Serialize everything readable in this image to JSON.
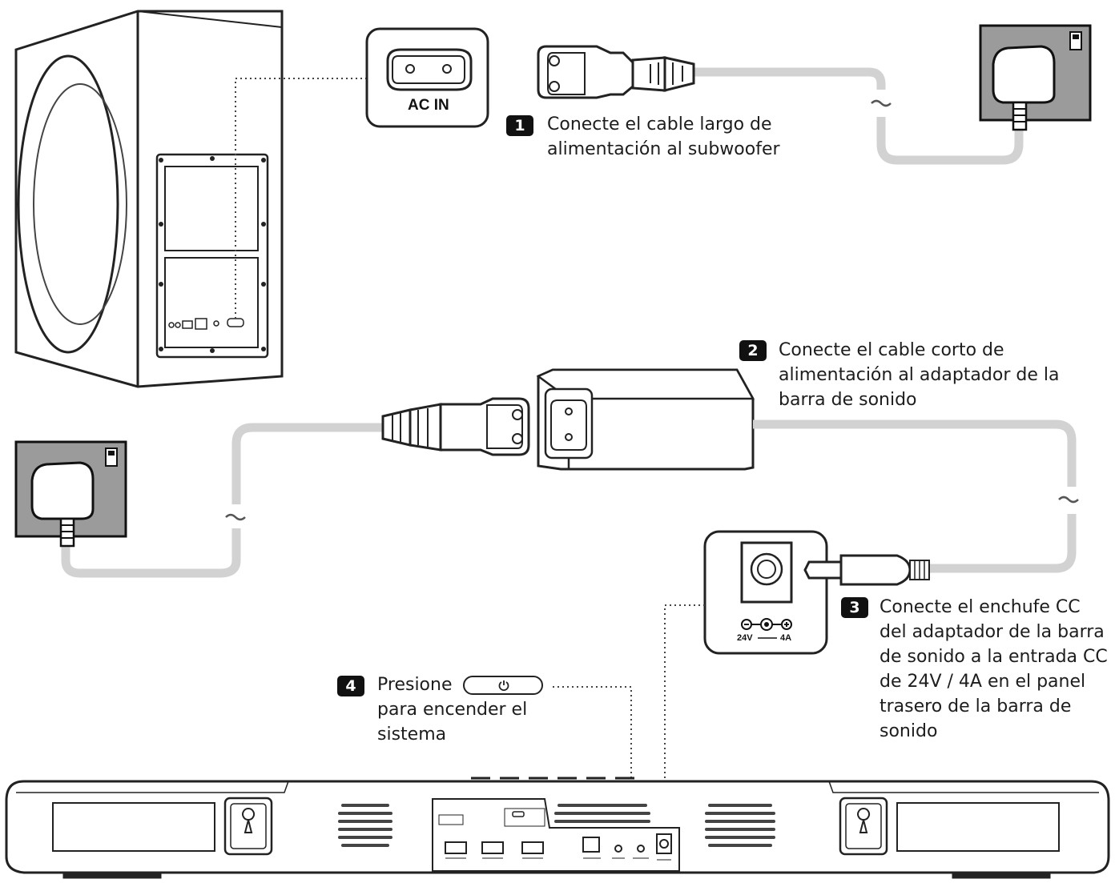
{
  "connector_label": "AC IN",
  "polarity": {
    "voltage": "24V",
    "current": "4A"
  },
  "steps": [
    {
      "number": "1",
      "text": "Conecte el cable largo de alimentación al subwoofer",
      "lines": [
        "Conecte el cable largo de",
        "alimentación al subwoofer"
      ]
    },
    {
      "number": "2",
      "text": "Conecte el cable corto de alimentación al adaptador de la barra de sonido",
      "lines": [
        "Conecte el cable corto de",
        "alimentación al adaptador de la",
        "barra de sonido"
      ]
    },
    {
      "number": "3",
      "text": "Conecte el enchufe CC del adaptador de la barra de sonido a la entrada CC de 24V / 4A en el panel trasero de la barra de sonido",
      "lines": [
        "Conecte el enchufe CC",
        "del adaptador de la barra",
        "de sonido a la entrada CC",
        "de 24V / 4A en el panel",
        "trasero de la barra de",
        "sonido"
      ]
    },
    {
      "number": "4",
      "text_before": "Presione",
      "text_after": "para encender el sistema",
      "lines_after": [
        "para encender el",
        "sistema"
      ],
      "button_icon": "power-icon"
    }
  ],
  "icons": [
    "power-icon",
    "wall-outlet-icon",
    "tilde-icon",
    "keyhole-icon"
  ]
}
